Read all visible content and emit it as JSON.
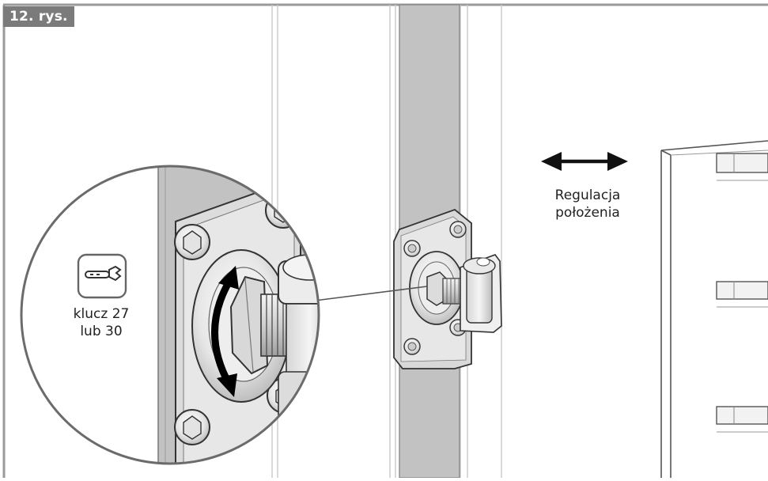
{
  "figure": {
    "label": "12. rys."
  },
  "annotations": {
    "adjustment_line1": "Regulacja",
    "adjustment_line2": "położenia",
    "tool_line1": "klucz 27",
    "tool_line2": "lub 30"
  },
  "icons": {
    "tool": "wrench-icon",
    "adjust_direction": "double-arrow-icon",
    "rotation": "curved-double-arrow-icon"
  },
  "colors": {
    "post_fill": "#c2c2c2",
    "metal_light": "#e8e8e8",
    "metal_dark": "#b8b8b8",
    "line": "#3a3a3a",
    "label_bg": "#7b7b7b",
    "frame": "#9a9a9a"
  }
}
